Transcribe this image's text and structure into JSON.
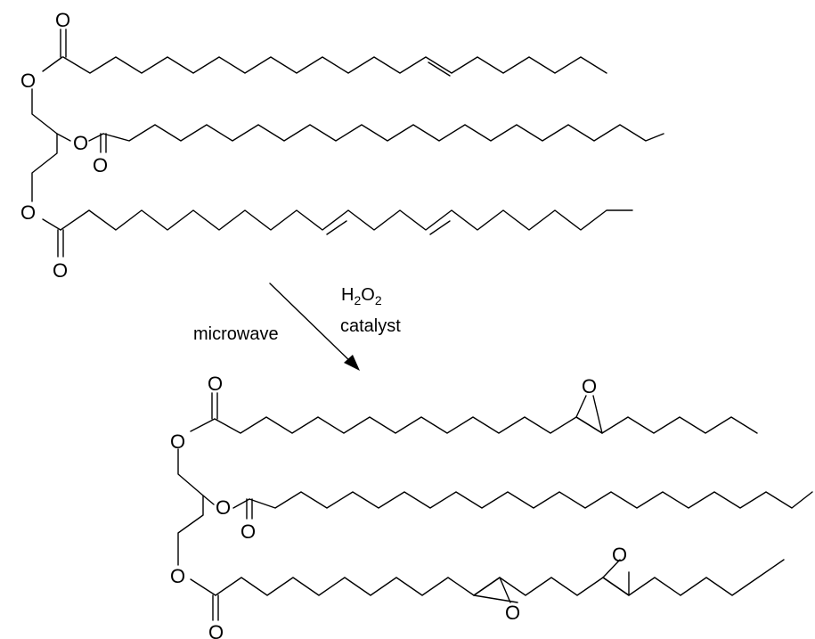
{
  "atom_symbols": {
    "oxygen": "O"
  },
  "conditions": {
    "reagent": {
      "base": "H",
      "sub1": "2",
      "mid": "O",
      "sub2": "2"
    },
    "catalyst_label": "catalyst",
    "method_label": "microwave"
  }
}
